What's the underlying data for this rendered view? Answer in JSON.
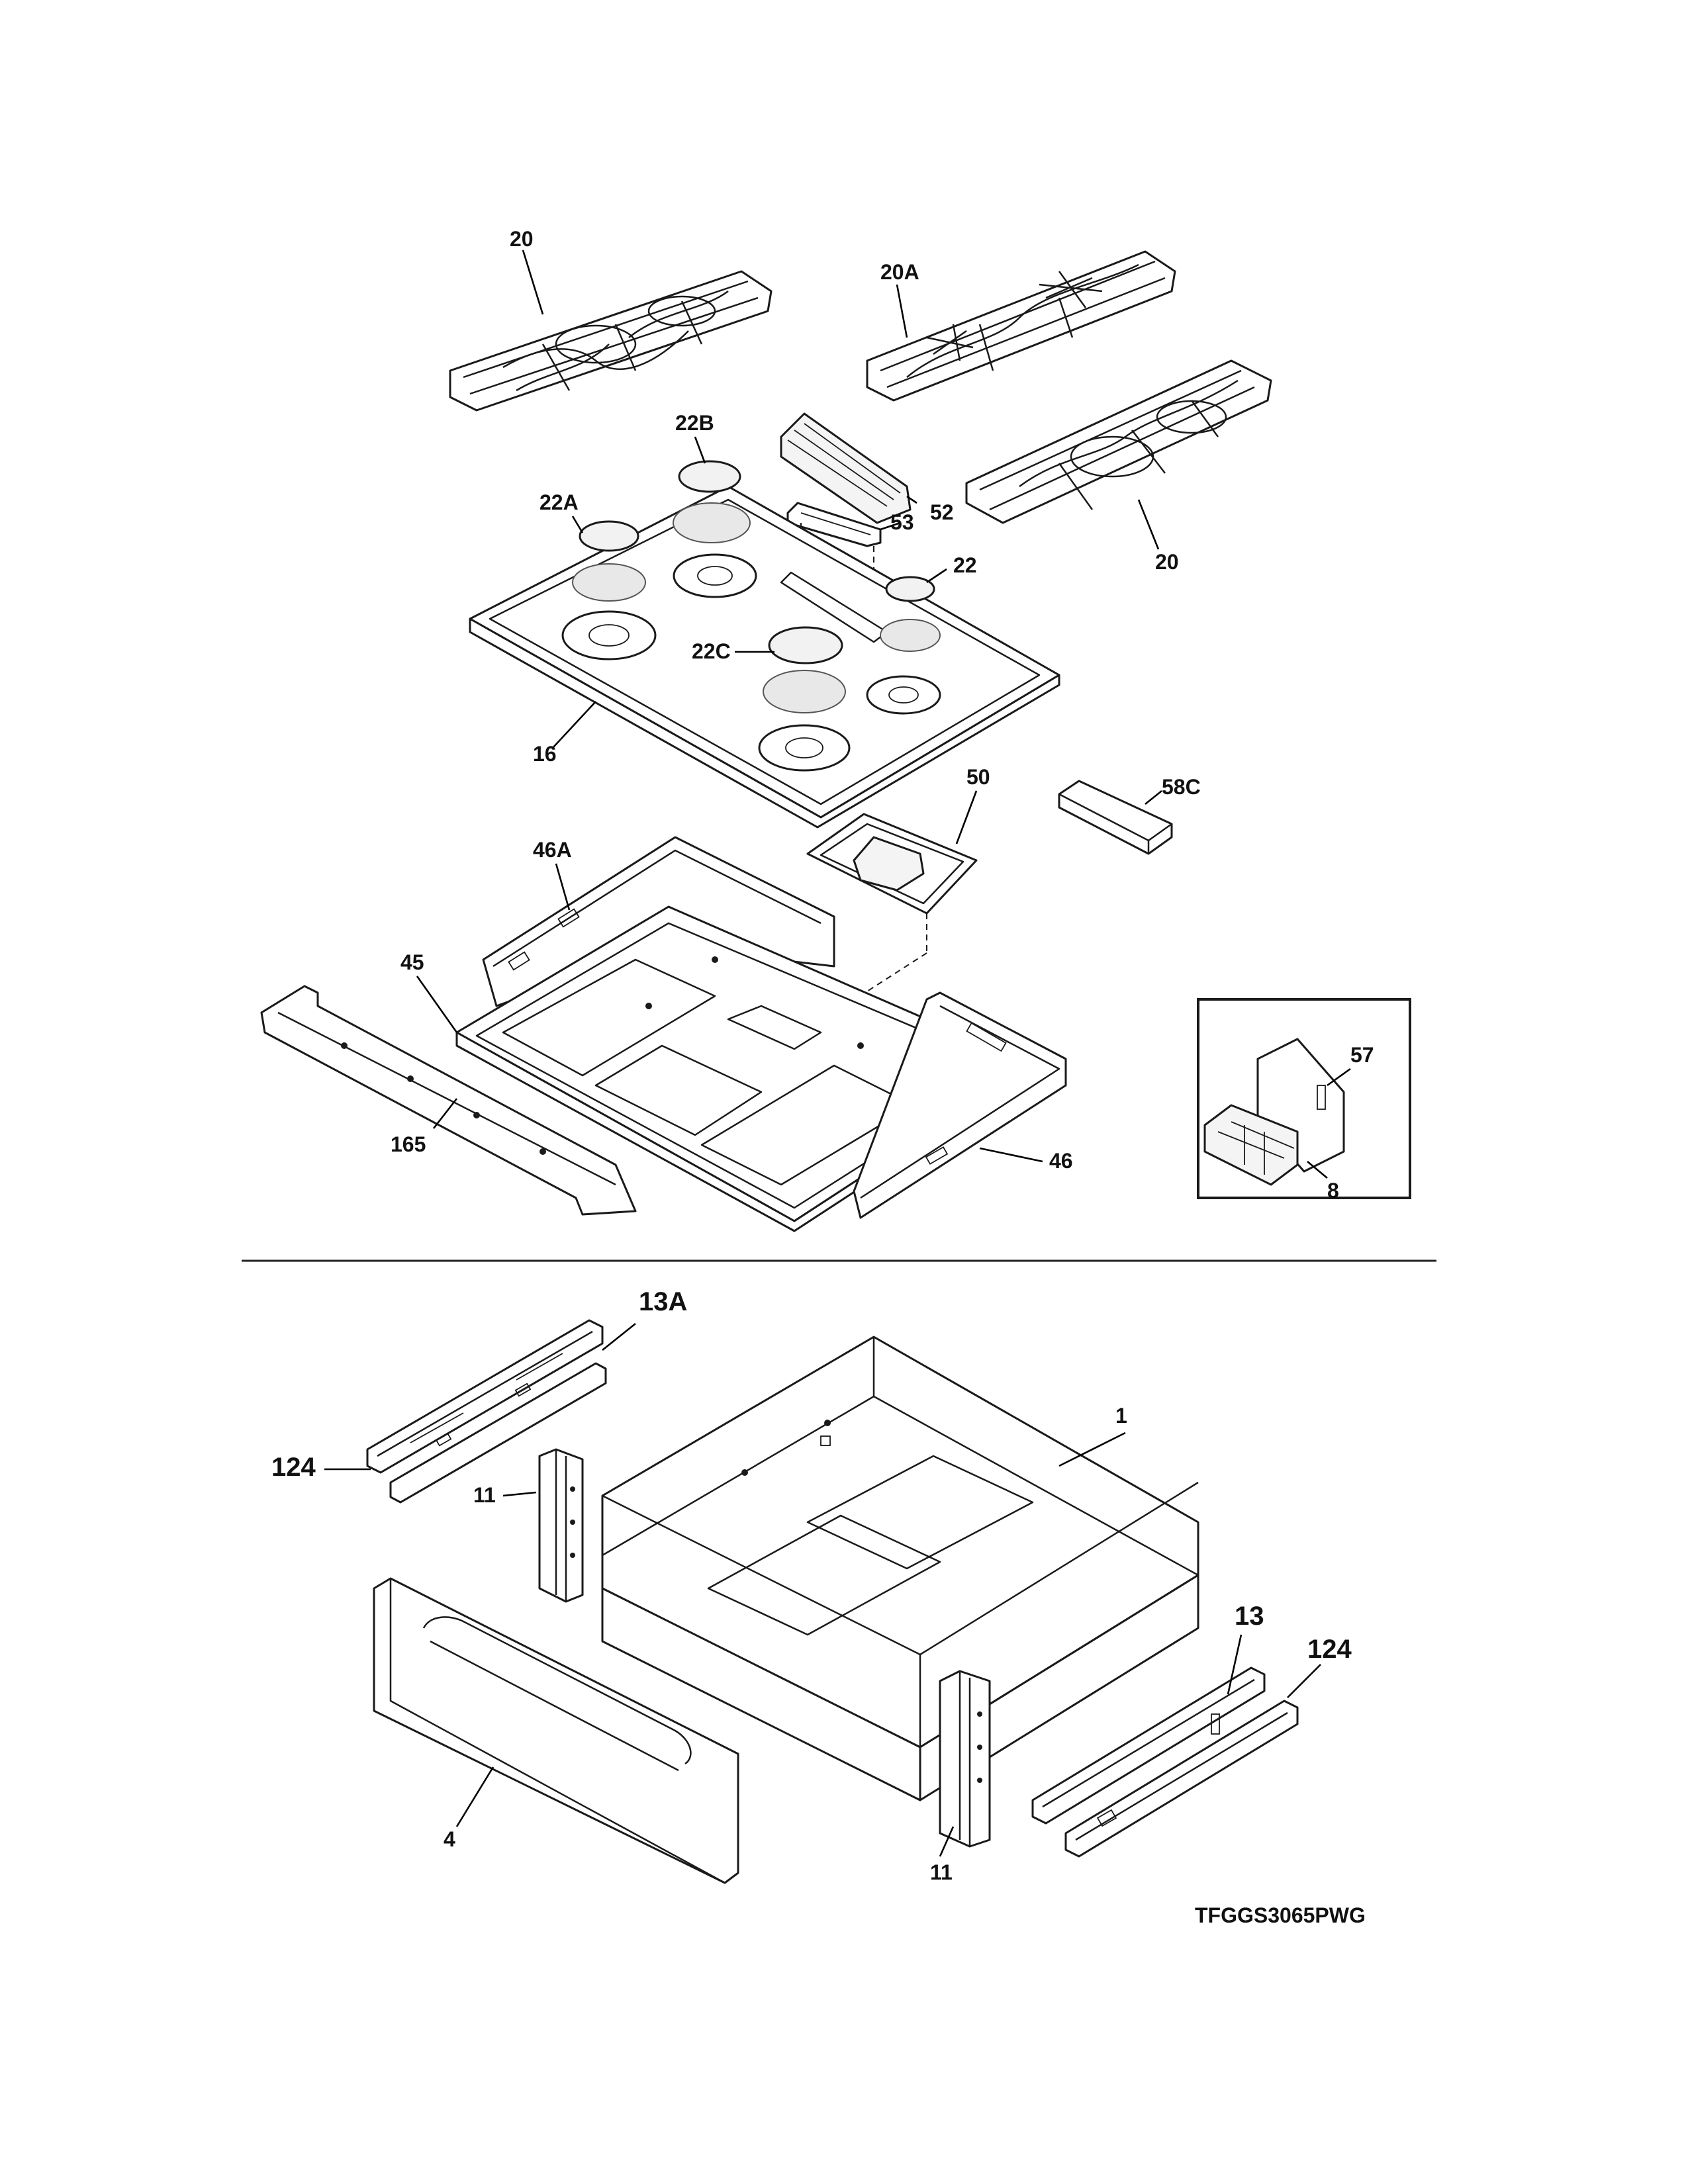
{
  "model_number": "TFGGS3065PWG",
  "callouts": {
    "grate_left": "20",
    "grate_right_top": "20A",
    "grate_right_bottom": "20",
    "cap_22b": "22B",
    "cap_22a": "22A",
    "cap_22": "22",
    "cap_22c": "22C",
    "griddle_cover": "52",
    "griddle_tray": "53",
    "cooktop": "16",
    "bowl_50": "50",
    "box_58c": "58C",
    "panel_46a": "46A",
    "burner_box_45": "45",
    "rail_165": "165",
    "panel_46": "46",
    "inset_57": "57",
    "inset_8": "8",
    "slide_13a": "13A",
    "drawer_1": "1",
    "slide_124_left": "124",
    "bracket_11_left": "11",
    "slide_13": "13",
    "slide_124_right": "124",
    "drawer_front_4": "4",
    "bracket_11_right": "11"
  }
}
